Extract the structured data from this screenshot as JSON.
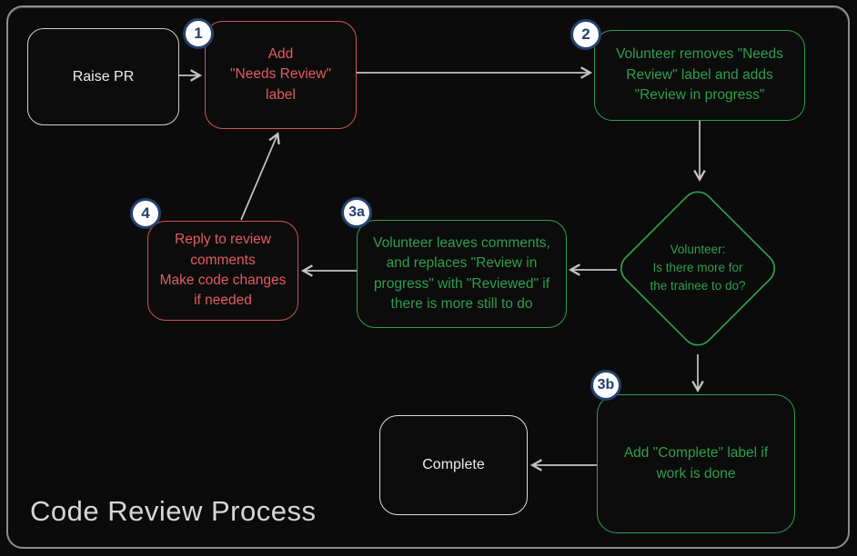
{
  "title": "Code Review Process",
  "colors": {
    "background": "#0b0b0b",
    "frame_border": "#8d8d8d",
    "red_text": "#e25c61",
    "red_border": "#cf5358",
    "green": "#2f9e4e",
    "neutral_text": "#ececec",
    "badge_navy": "#24406e",
    "arrow_gray": "#c4c4c4"
  },
  "nodes": {
    "raise_pr": {
      "label": "Raise PR"
    },
    "step1": {
      "label": "Add\n\"Needs Review\"\nlabel"
    },
    "step2": {
      "label": "Volunteer removes \"Needs\nReview\" label and adds\n\"Review in progress\""
    },
    "decision": {
      "label": "Volunteer:\nIs there more for\nthe trainee to do?"
    },
    "step3a": {
      "label": "Volunteer leaves comments,\nand replaces \"Review in\nprogress\" with \"Reviewed\" if\nthere is more still to do"
    },
    "step4": {
      "label": "Reply to review\ncomments\nMake code changes\nif needed"
    },
    "step3b": {
      "label": "Add \"Complete\" label if\nwork is done"
    },
    "complete": {
      "label": "Complete"
    }
  },
  "badges": {
    "b1": "1",
    "b2": "2",
    "b3a": "3a",
    "b4": "4",
    "b3b": "3b"
  }
}
